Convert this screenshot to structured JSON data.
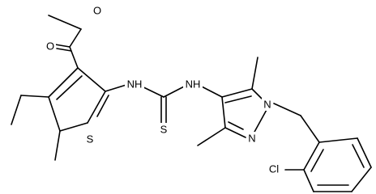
{
  "labels": {
    "ester_o": "O",
    "carbonyl_o": "O",
    "thiophene_s": "S",
    "nh_left": "NH",
    "nh_right": "NH",
    "thione_s": "S",
    "pyrazole_n1": "N",
    "pyrazole_n2": "N",
    "cl": "Cl"
  }
}
